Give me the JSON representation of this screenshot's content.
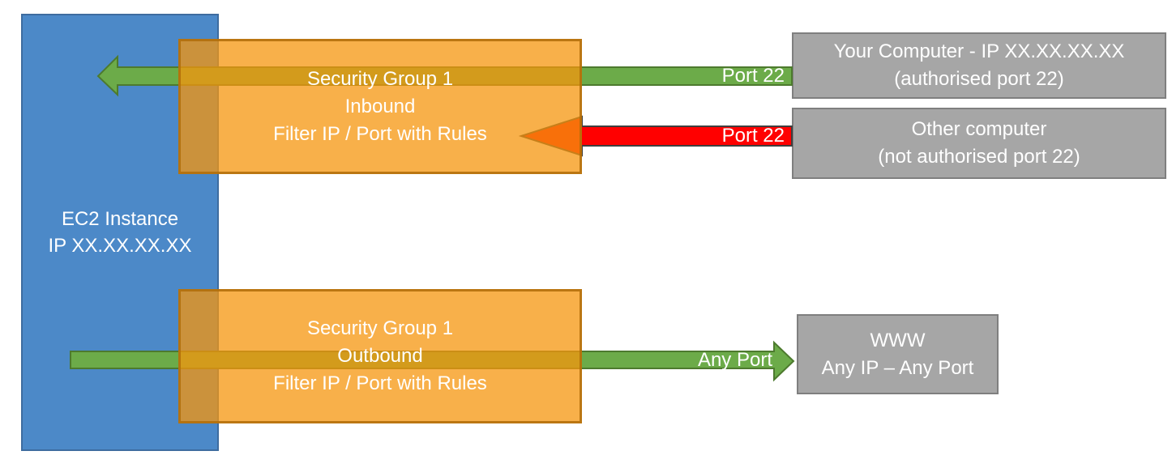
{
  "boxes": {
    "ec2": {
      "line1": "EC2 Instance",
      "line2": "IP XX.XX.XX.XX"
    },
    "sg_inbound": {
      "line1": "Security Group 1",
      "line2": "Inbound",
      "line3": "Filter IP / Port with Rules"
    },
    "sg_outbound": {
      "line1": "Security Group 1",
      "line2": "Outbound",
      "line3": "Filter IP / Port with Rules"
    },
    "your_computer": {
      "line1": "Your Computer - IP XX.XX.XX.XX",
      "line2": "(authorised port 22)"
    },
    "other_computer": {
      "line1": "Other computer",
      "line2": "(not authorised port 22)"
    },
    "www": {
      "line1": "WWW",
      "line2": "Any IP – Any Port"
    }
  },
  "arrows": {
    "inbound_allowed": {
      "label": "Port 22",
      "direction": "left",
      "status": "allowed"
    },
    "inbound_blocked": {
      "label": "Port 22",
      "direction": "left",
      "status": "blocked"
    },
    "outbound_allowed": {
      "label": "Any Port",
      "direction": "right",
      "status": "allowed"
    }
  },
  "colors": {
    "ec2_fill": "#4C89C8",
    "ec2_border": "#3E6C9F",
    "security_group_fill": "rgba(246,150,14,0.75)",
    "security_group_border": "rgba(176,108,8,0.85)",
    "allowed_arrow_fill": "#6CAB49",
    "allowed_arrow_border": "#4D7A2E",
    "blocked_arrow_fill": "#FF0000",
    "blocked_arrow_border": "#3F3F3F",
    "external_box_fill": "#A6A6A6",
    "external_box_border": "#7F7F7F",
    "text": "#FFFFFF"
  }
}
